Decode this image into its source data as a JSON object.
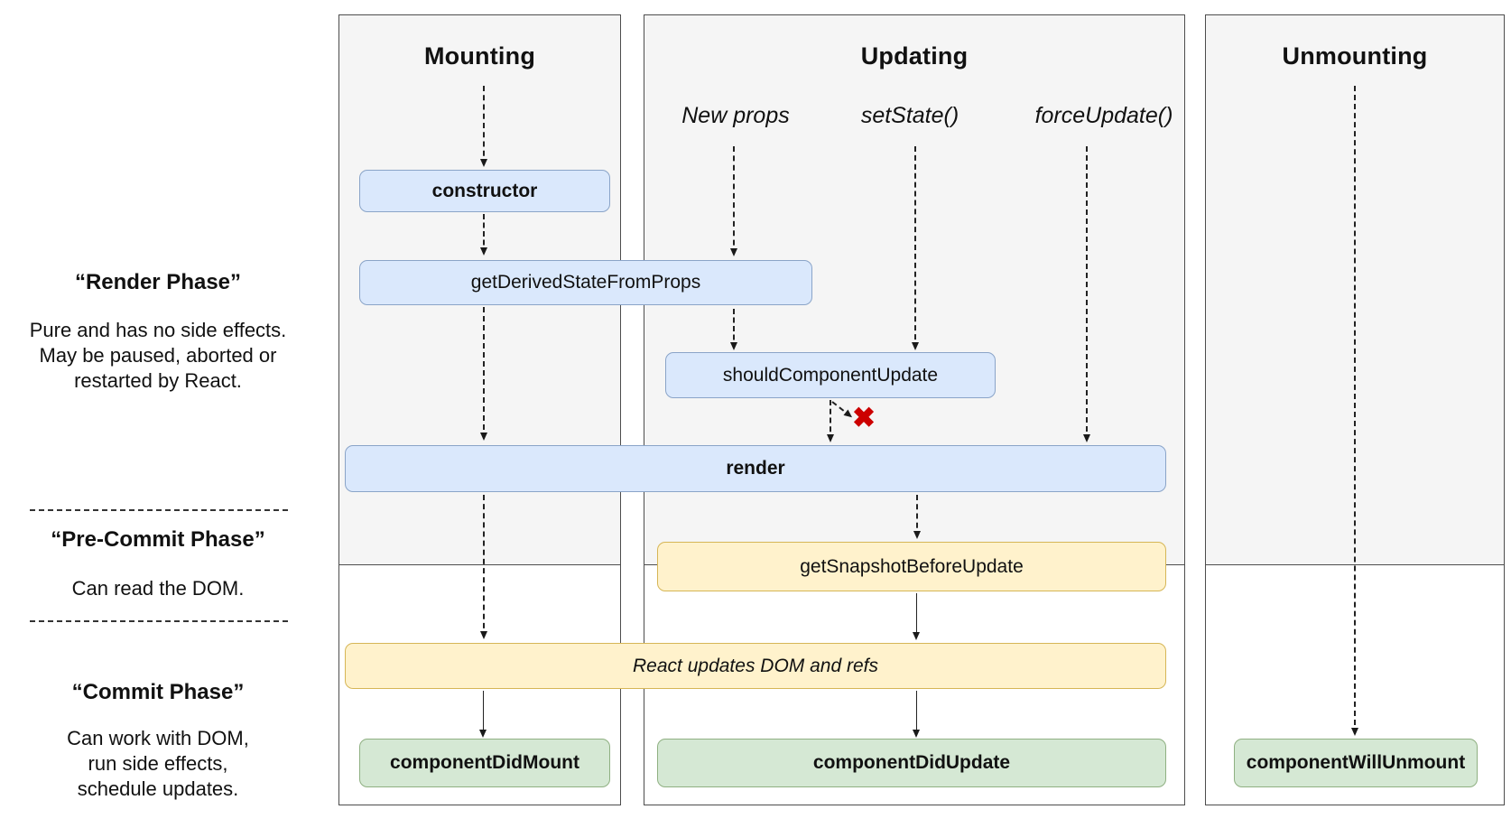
{
  "columns": [
    {
      "title": "Mounting"
    },
    {
      "title": "Updating"
    },
    {
      "title": "Unmounting"
    }
  ],
  "phases": [
    {
      "title": "“Render Phase”",
      "description": [
        "Pure and has no side effects.",
        "May be paused, aborted or",
        "restarted by React."
      ]
    },
    {
      "title": "“Pre-Commit Phase”",
      "description": [
        "Can read the DOM."
      ]
    },
    {
      "title": "“Commit Phase”",
      "description": [
        "Can work with DOM,",
        "run side effects,",
        "schedule updates."
      ]
    }
  ],
  "triggers": [
    {
      "label": "New props"
    },
    {
      "label": "setState()"
    },
    {
      "label": "forceUpdate()"
    }
  ],
  "nodes": {
    "constructor": "constructor",
    "get_derived_state_from_props": "getDerivedStateFromProps",
    "should_component_update": "shouldComponentUpdate",
    "render": "render",
    "get_snapshot_before_update": "getSnapshotBeforeUpdate",
    "react_updates_dom": "React updates DOM and refs",
    "component_did_mount": "componentDidMount",
    "component_did_update": "componentDidUpdate",
    "component_will_unmount": "componentWillUnmount"
  },
  "icons": {
    "abort_x": "✖"
  },
  "colors": {
    "column_bg": "#f5f5f5",
    "column_border": "#4d4d4d",
    "render_phase_box_fill": "#dae8fc",
    "render_phase_box_border": "#8aa4c8",
    "pre_commit_box_fill": "#fff2cc",
    "pre_commit_box_border": "#d6b656",
    "commit_box_fill": "#d5e8d4",
    "commit_box_border": "#8fb082",
    "abort_x": "#cc0000"
  }
}
